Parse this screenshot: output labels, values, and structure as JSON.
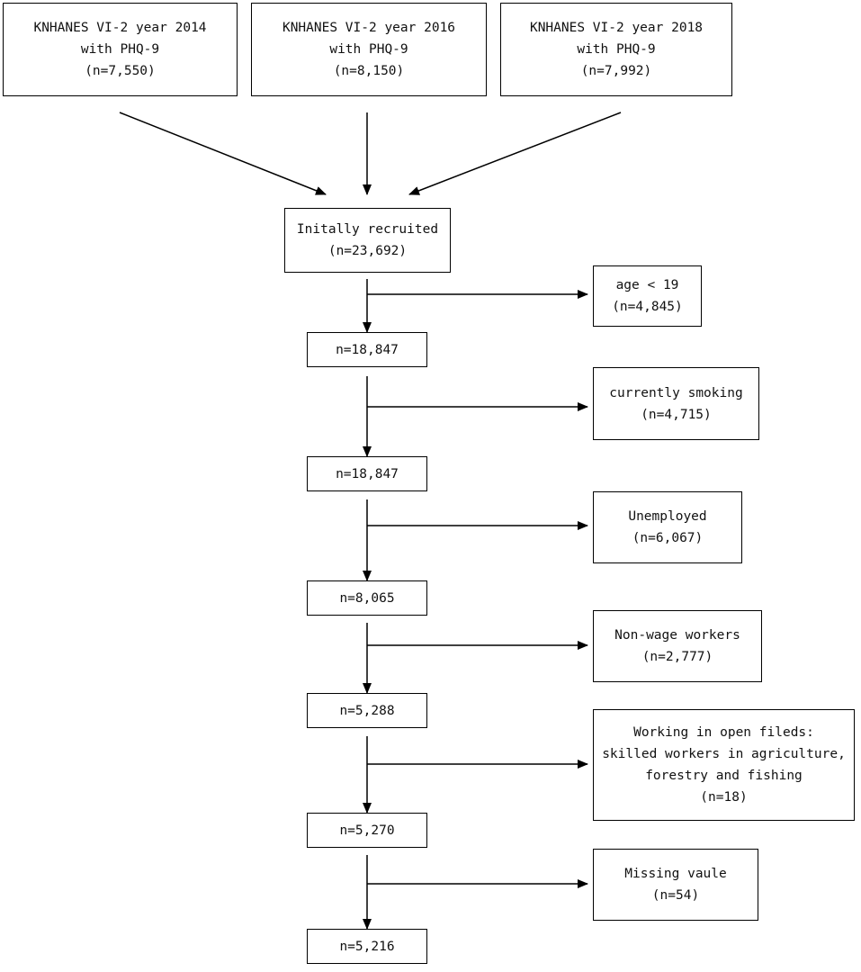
{
  "sources": [
    {
      "line1": "KNHANES VI-2 year 2014",
      "line2": "with PHQ-9",
      "count": "(n=7,550)"
    },
    {
      "line1": "KNHANES VI-2 year 2016",
      "line2": "with PHQ-9",
      "count": "(n=8,150)"
    },
    {
      "line1": "KNHANES VI-2 year 2018",
      "line2": "with PHQ-9",
      "count": "(n=7,992)"
    }
  ],
  "recruited": {
    "label": "Initally recruited",
    "count": "(n=23,692)"
  },
  "steps": [
    {
      "count": "n=18,847",
      "exclusion": {
        "lines": [
          "age < 19"
        ],
        "count": "(n=4,845)"
      }
    },
    {
      "count": "n=18,847",
      "exclusion": {
        "lines": [
          "currently smoking"
        ],
        "count": "(n=4,715)"
      }
    },
    {
      "count": "n=8,065",
      "exclusion": {
        "lines": [
          "Unemployed"
        ],
        "count": "(n=6,067)"
      }
    },
    {
      "count": "n=5,288",
      "exclusion": {
        "lines": [
          "Non-wage workers"
        ],
        "count": "(n=2,777)"
      }
    },
    {
      "count": "n=5,270",
      "exclusion": {
        "lines": [
          "Working in open fileds:",
          "skilled workers in agriculture,",
          "forestry and fishing"
        ],
        "count": "(n=18)"
      }
    },
    {
      "count": "n=5,216",
      "exclusion": {
        "lines": [
          "Missing vaule"
        ],
        "count": "(n=54)"
      }
    }
  ]
}
